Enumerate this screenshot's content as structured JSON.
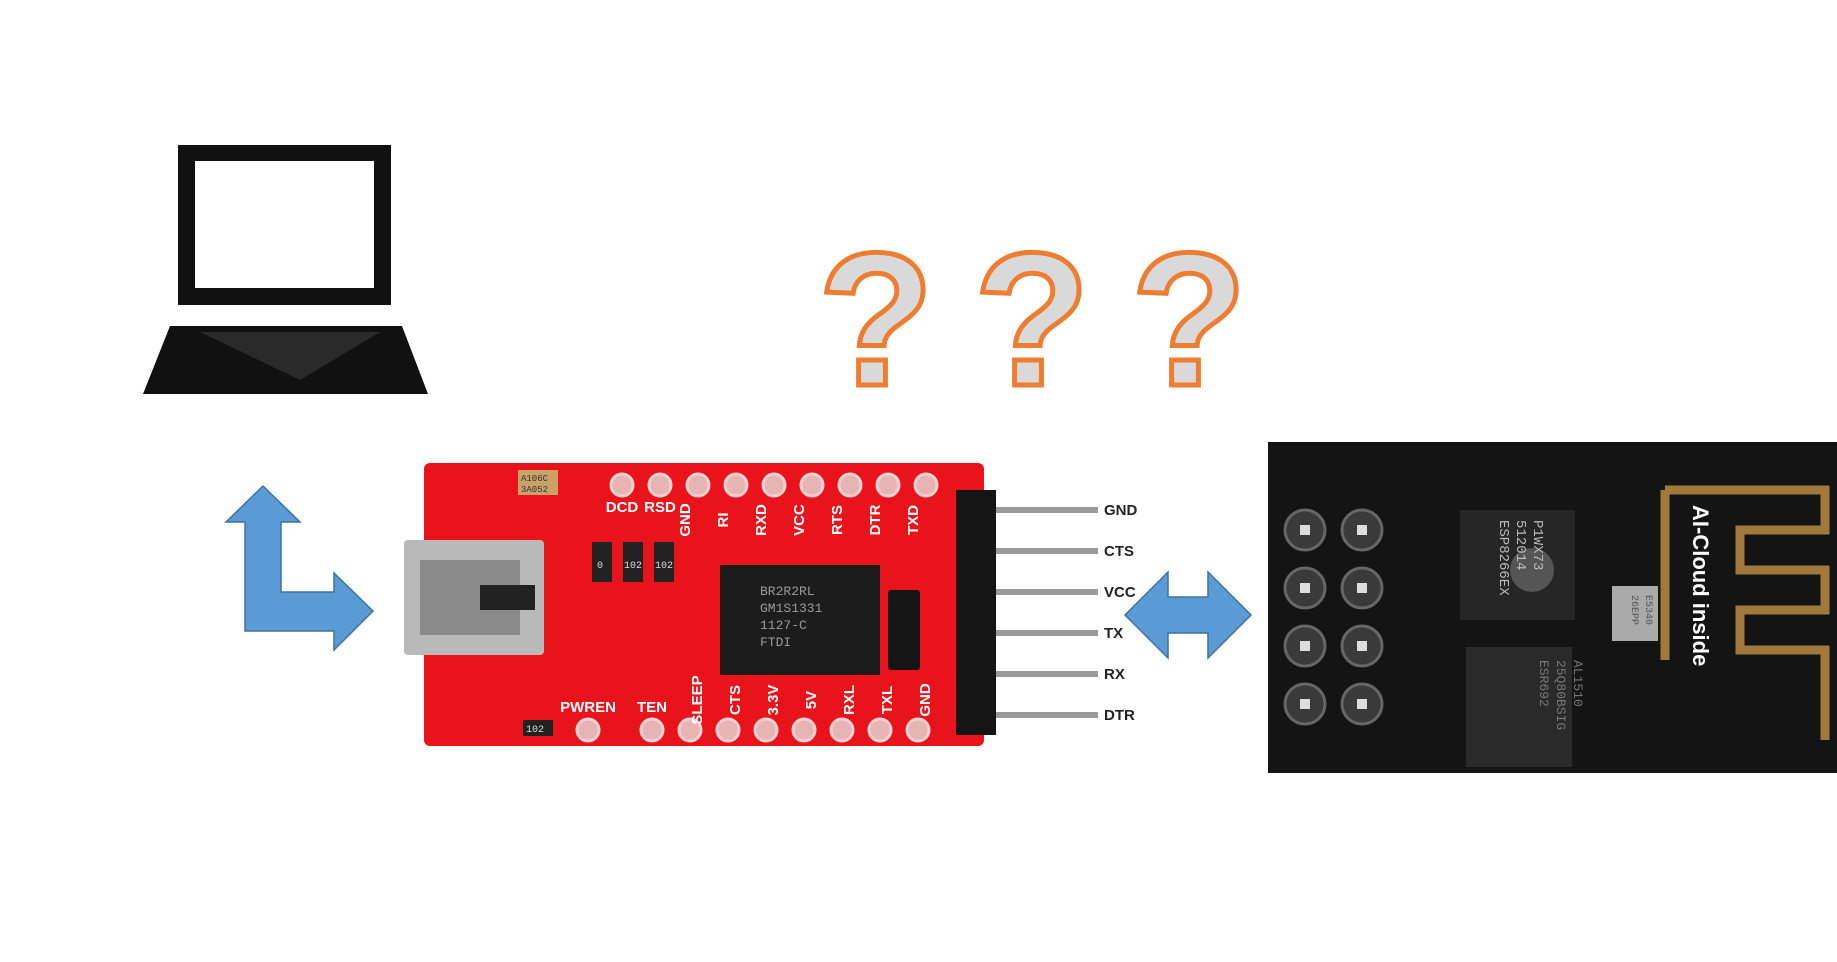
{
  "colors": {
    "arrow": "#5b9bd5",
    "question_fill": "#d9d9d9",
    "question_stroke": "#ed7d31",
    "ftdi_board": "#e8131b",
    "esp_board": "#141414",
    "antenna": "#a07a3a"
  },
  "laptop": {
    "icon": "laptop-icon"
  },
  "questions": [
    {
      "glyph": "?"
    },
    {
      "glyph": "?"
    },
    {
      "glyph": "?"
    }
  ],
  "arrows": {
    "usb_link": "corner-arrow-icon",
    "serial_link": "double-arrow-icon"
  },
  "ftdi": {
    "top_pins": [
      "DCD",
      "RSD",
      "GND",
      "RI",
      "RXD",
      "VCC",
      "RTS",
      "DTR",
      "TXD"
    ],
    "bottom_pins": [
      "PWREN",
      "TEN",
      "SLEEP",
      "CTS",
      "3.3V",
      "5V",
      "RXL",
      "TXL",
      "GND"
    ],
    "header_pins": [
      "GND",
      "CTS",
      "VCC",
      "TX",
      "RX",
      "DTR"
    ],
    "resistors": [
      "0",
      "102",
      "102"
    ],
    "led_resistor": "102",
    "capacitor": [
      "A106C",
      "3A052"
    ],
    "chip_text": [
      "BR2R2RL",
      "GM1S1331",
      "1127-C",
      "FTDI"
    ]
  },
  "esp": {
    "chip_lines": [
      "ESP8266EX",
      "512014",
      "P1WX73"
    ],
    "flash_lines": [
      "ESR692",
      "25Q80BSIG",
      "AL1510"
    ],
    "crystal_lines": [
      "26EPP",
      "E5340"
    ],
    "brand": "AI-Cloud inside"
  }
}
